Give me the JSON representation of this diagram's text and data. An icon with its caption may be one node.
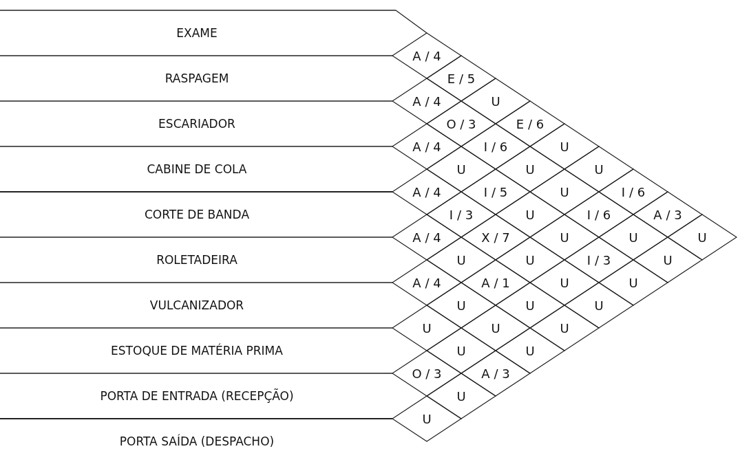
{
  "diagram": {
    "nodes": [
      {
        "text": [
          "EXAME"
        ]
      },
      {
        "text": [
          "RASPAGEM"
        ]
      },
      {
        "text": [
          "ESCARIADOR"
        ]
      },
      {
        "text": [
          "CABINE DE COLA"
        ]
      },
      {
        "text": [
          "CORTE DE BANDA"
        ]
      },
      {
        "text": [
          "ROLETADEIRA"
        ]
      },
      {
        "text": [
          "VULCANIZADOR"
        ]
      },
      {
        "text": [
          "ESTOQUE DE MATÉRIA PRIMA"
        ]
      },
      {
        "text": [
          "PORTA DE ENTRADA (RECEPÇÃO)"
        ]
      },
      {
        "text": [
          "PORTA SAÍDA (DESPACHO)"
        ]
      },
      {
        "text": [
          "A / 4"
        ]
      },
      {
        "text": [
          "E / 5"
        ]
      },
      {
        "text": [
          "U"
        ]
      },
      {
        "text": [
          "E / 6"
        ]
      },
      {
        "text": [
          "U"
        ]
      },
      {
        "text": [
          "U"
        ]
      },
      {
        "text": [
          "I / 6"
        ]
      },
      {
        "text": [
          "A / 3"
        ]
      },
      {
        "text": [
          "U"
        ]
      },
      {
        "text": [
          "A / 4"
        ]
      },
      {
        "text": [
          "O / 3"
        ]
      },
      {
        "text": [
          "I / 6"
        ]
      },
      {
        "text": [
          "U"
        ]
      },
      {
        "text": [
          "U"
        ]
      },
      {
        "text": [
          "I / 6"
        ]
      },
      {
        "text": [
          "U"
        ]
      },
      {
        "text": [
          "U"
        ]
      },
      {
        "text": [
          "A / 4"
        ]
      },
      {
        "text": [
          "U"
        ]
      },
      {
        "text": [
          "I / 5"
        ]
      },
      {
        "text": [
          "U"
        ]
      },
      {
        "text": [
          "U"
        ]
      },
      {
        "text": [
          "I / 3"
        ]
      },
      {
        "text": [
          "U"
        ]
      },
      {
        "text": [
          "A / 4"
        ]
      },
      {
        "text": [
          "I / 3"
        ]
      },
      {
        "text": [
          "X / 7"
        ]
      },
      {
        "text": [
          "U"
        ]
      },
      {
        "text": [
          "U"
        ]
      },
      {
        "text": [
          "U"
        ]
      },
      {
        "text": [
          "A / 4"
        ]
      },
      {
        "text": [
          "U"
        ]
      },
      {
        "text": [
          "A / 1"
        ]
      },
      {
        "text": [
          "U"
        ]
      },
      {
        "text": [
          "U"
        ]
      },
      {
        "text": [
          "A / 4"
        ]
      },
      {
        "text": [
          "U"
        ]
      },
      {
        "text": [
          "U"
        ]
      },
      {
        "text": [
          "U"
        ]
      },
      {
        "text": [
          "U"
        ]
      },
      {
        "text": [
          "U"
        ]
      },
      {
        "text": [
          "A / 3"
        ]
      },
      {
        "text": [
          "O / 3"
        ]
      },
      {
        "text": [
          "U"
        ]
      },
      {
        "text": [
          "U"
        ]
      }
    ]
  }
}
